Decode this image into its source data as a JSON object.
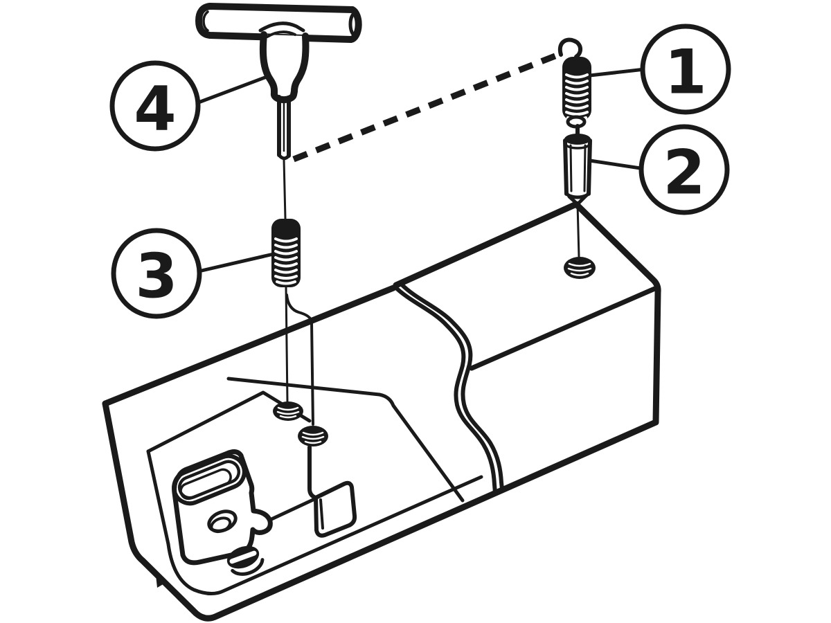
{
  "callouts": {
    "c1": "1",
    "c2": "2",
    "c3": "3",
    "c4": "4"
  },
  "colors": {
    "ink": "#1a1a1a",
    "paper": "#ffffff"
  }
}
